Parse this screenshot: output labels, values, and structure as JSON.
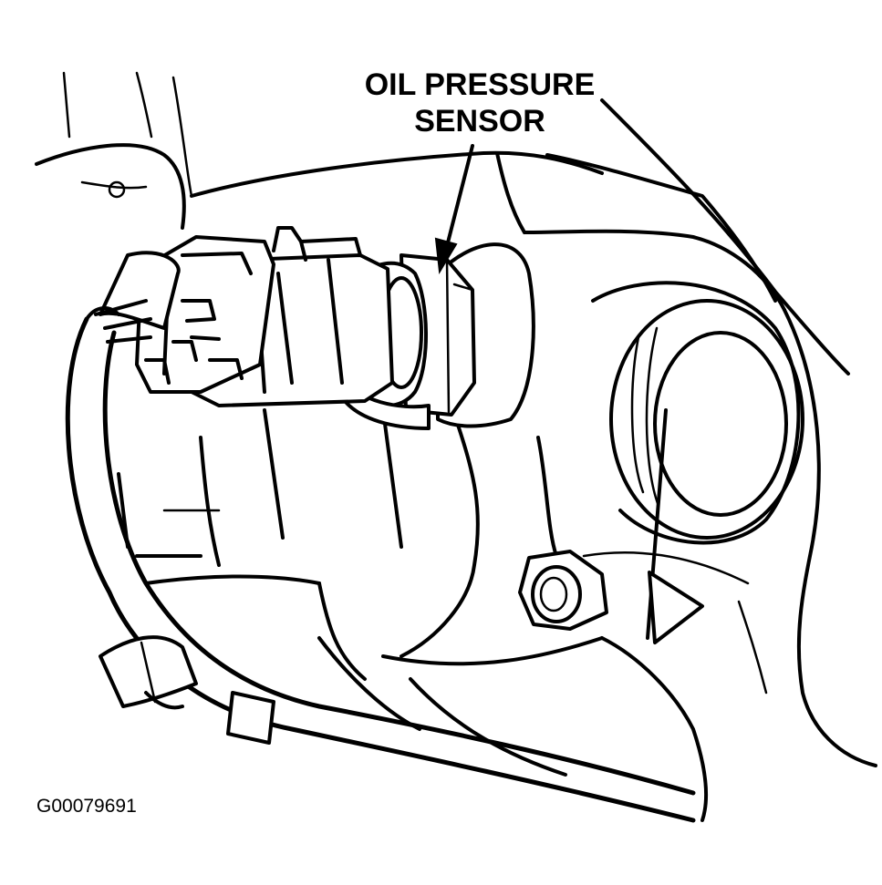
{
  "callout": {
    "line1": "OIL PRESSURE",
    "line2": "SENSOR"
  },
  "figure_id": "G00079691",
  "colors": {
    "ink": "#000000",
    "paper": "#ffffff"
  }
}
